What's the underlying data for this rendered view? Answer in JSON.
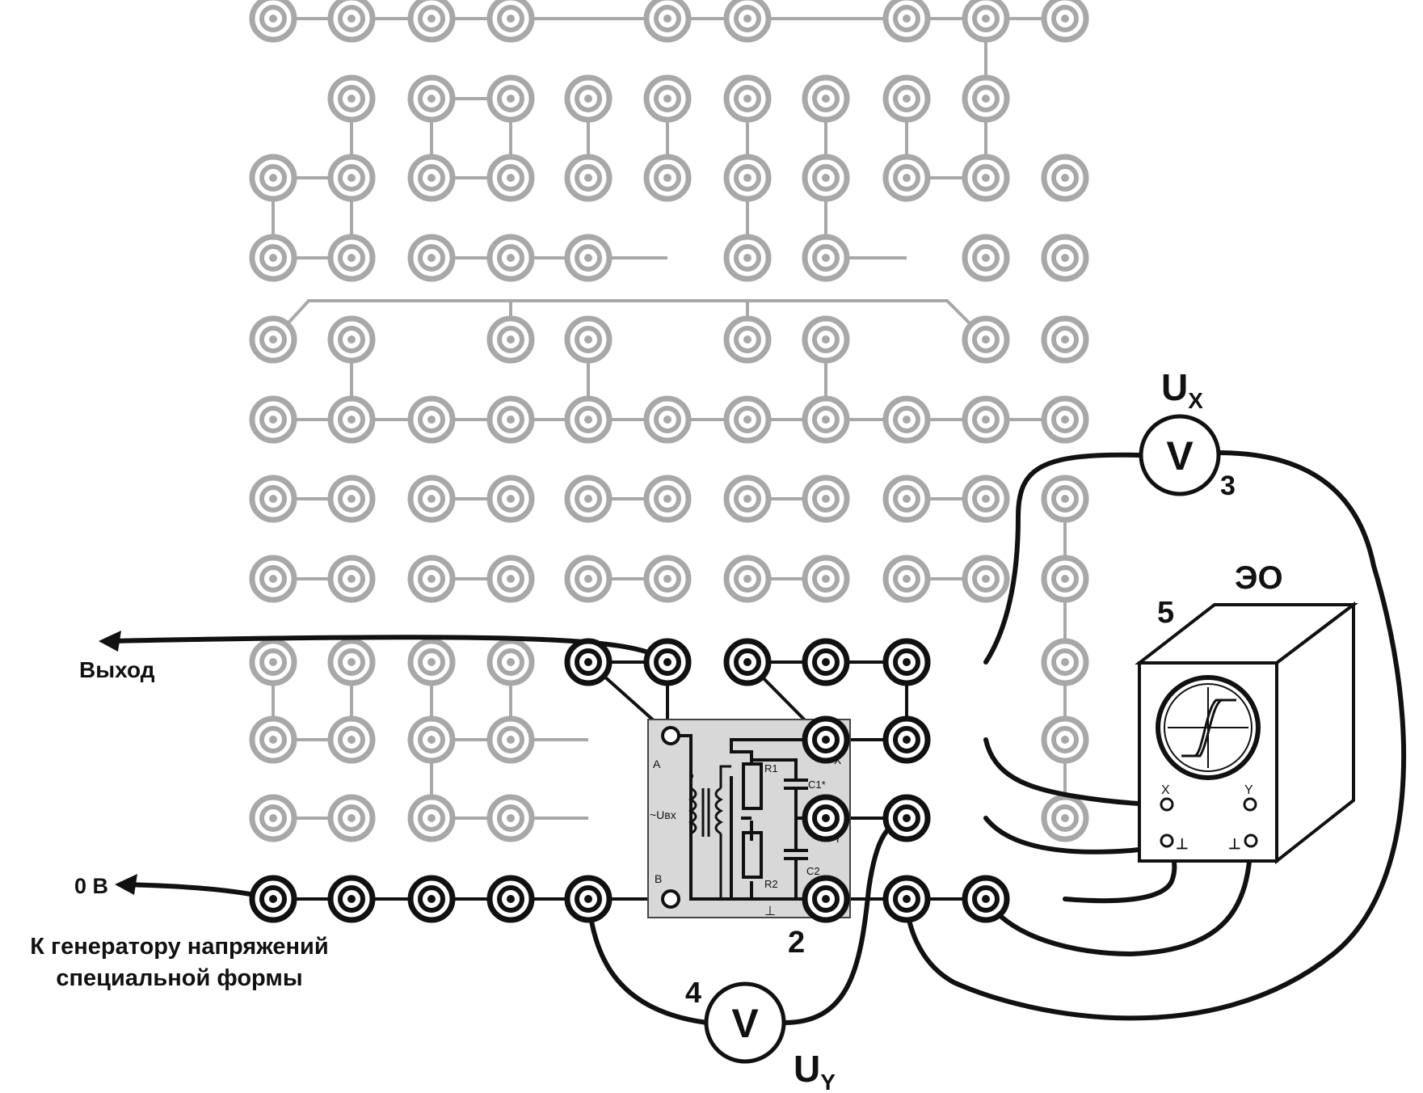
{
  "labels": {
    "output": "Выход",
    "zero_volt": "0 В",
    "generator_line1": "К генератору напряжений",
    "generator_line2": "специальной формы"
  },
  "module": {
    "number": "2",
    "terminal_a": "A",
    "terminal_b": "B",
    "terminal_x": "X",
    "terminal_y": "Y",
    "ground": "⊥",
    "input_symbol": "~Uвх",
    "r1": "R1",
    "r2": "R2",
    "c1": "C1*",
    "c2": "C2"
  },
  "voltmeter_x": {
    "number": "3",
    "symbol": "V",
    "name": "U",
    "subscript": "X"
  },
  "voltmeter_y": {
    "number": "4",
    "symbol": "V",
    "name": "U",
    "subscript": "Y"
  },
  "oscilloscope": {
    "number": "5",
    "name": "ЭО",
    "input_x": "X",
    "input_y": "Y",
    "ground_left": "⊥",
    "ground_right": "⊥"
  },
  "colors": {
    "active_wire": "#111111",
    "inactive_board": "#a8a8a8",
    "module_fill": "#d8d8d8"
  }
}
